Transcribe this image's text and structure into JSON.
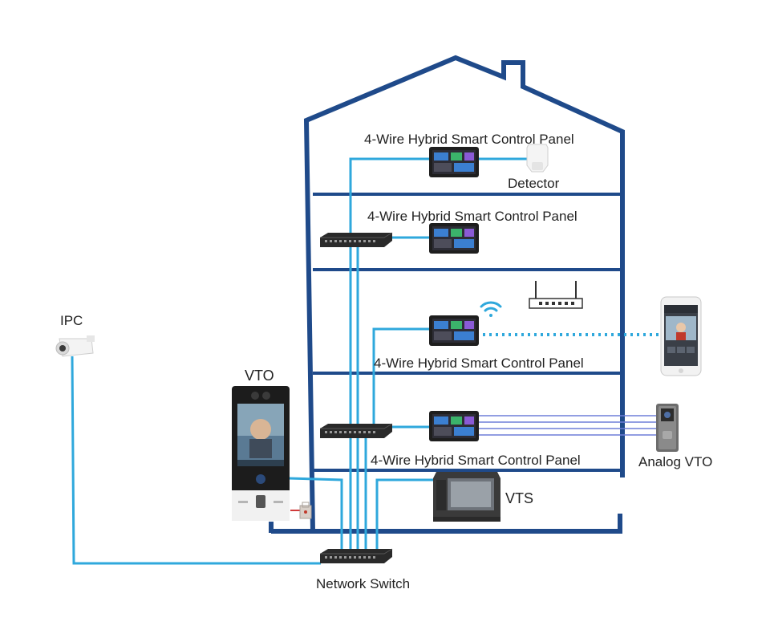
{
  "labels": {
    "panel_1": "4-Wire Hybrid Smart Control Panel",
    "panel_2": "4-Wire Hybrid Smart Control Panel",
    "panel_3": "4-Wire Hybrid Smart Control Panel",
    "panel_4": "4-Wire Hybrid Smart Control Panel",
    "detector": "Detector",
    "ipc": "IPC",
    "vto": "VTO",
    "analog_vto": "Analog VTO",
    "vts": "VTS",
    "network_switch": "Network Switch"
  },
  "colors": {
    "house_outline": "#1f4a8a",
    "cable": "#2fa8dc",
    "device_dark": "#1e1e1e",
    "screen_green": "#3bb36b",
    "screen_blue": "#3b7fd1"
  }
}
